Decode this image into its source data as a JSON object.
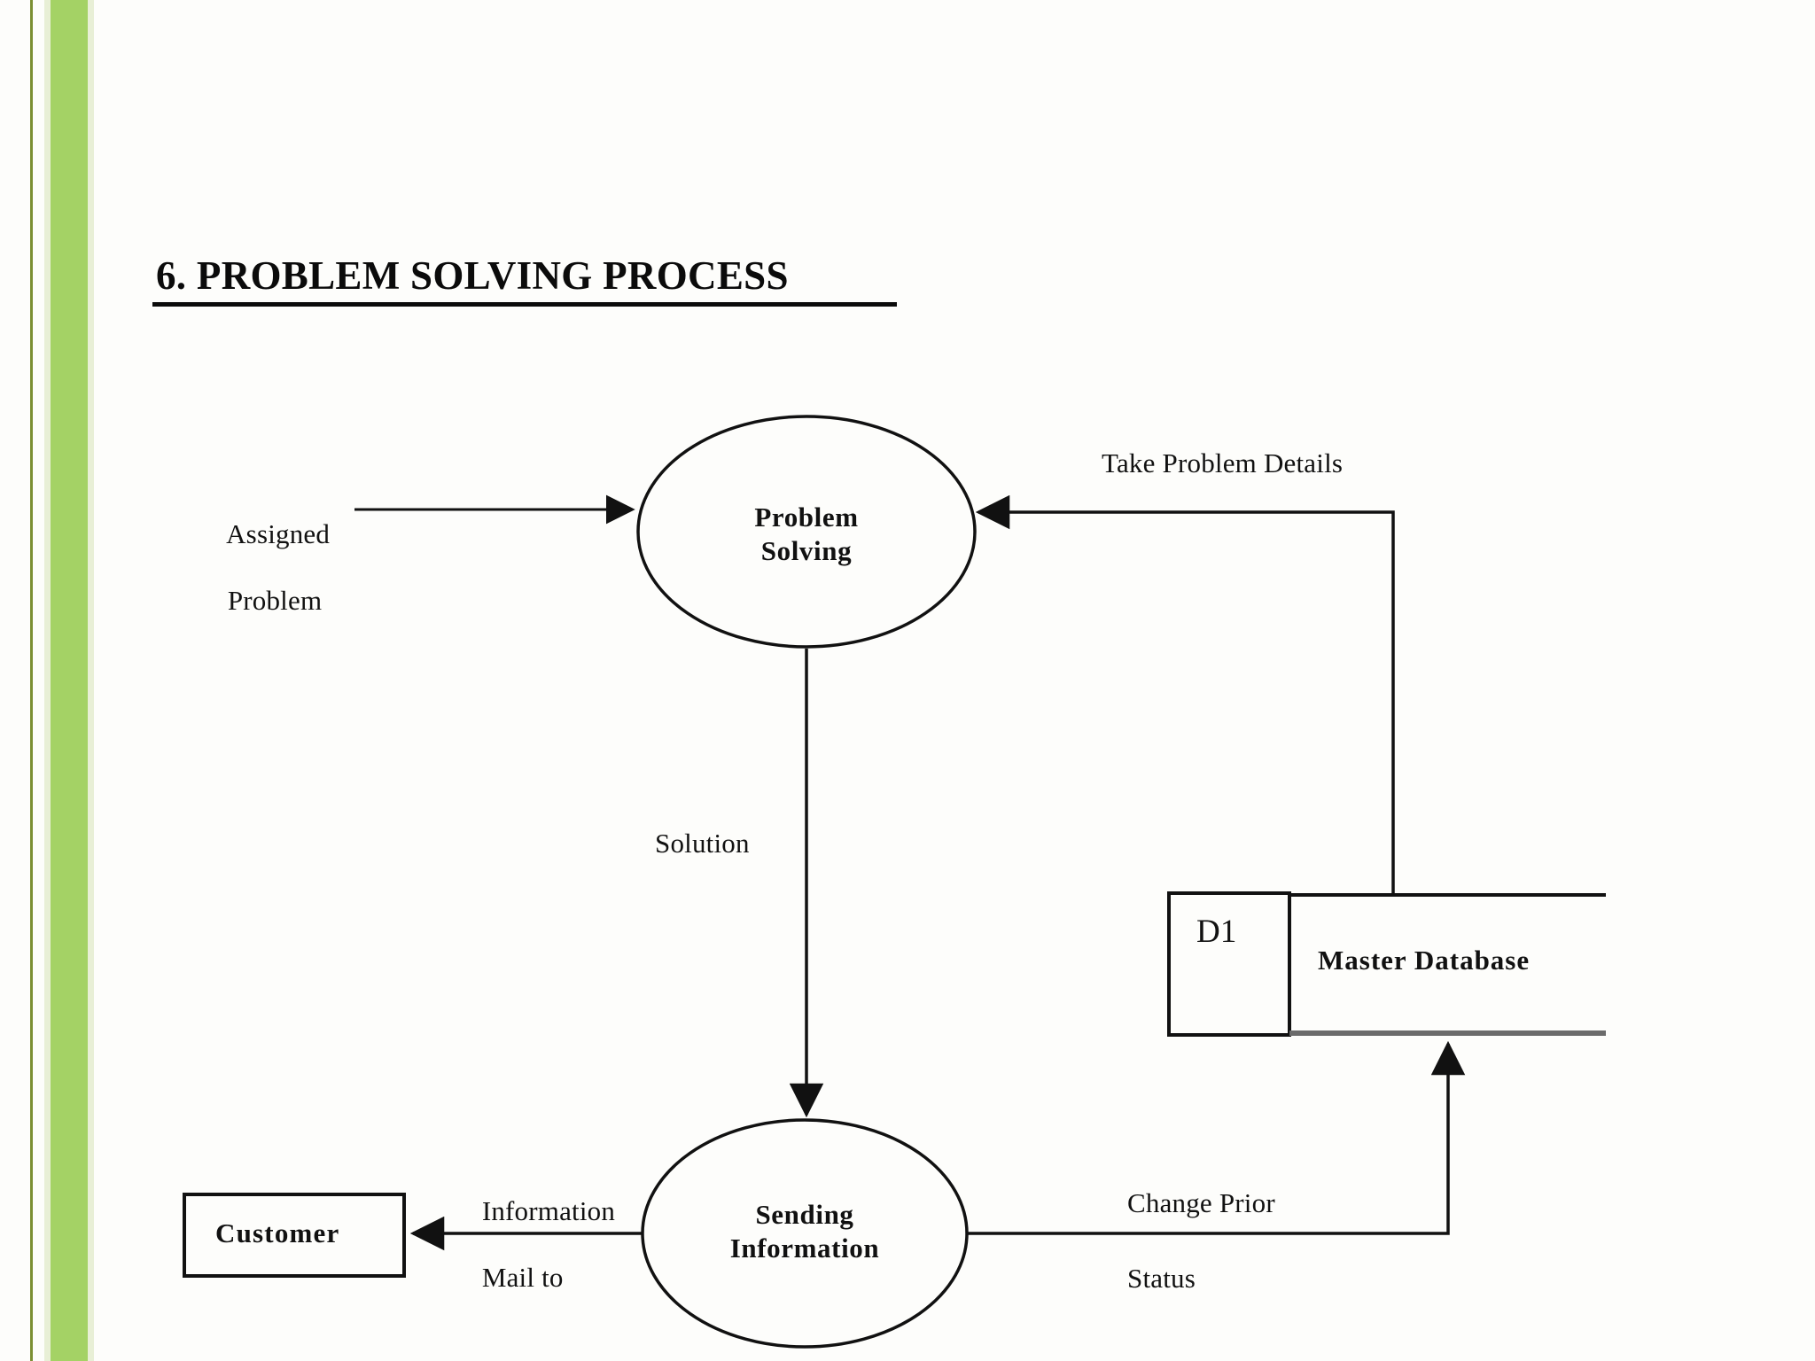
{
  "slide": {
    "title": "6. PROBLEM SOLVING PROCESS",
    "background_color": "#fdfdfb",
    "accent_color": "#a4d265",
    "accent_light_color": "#e8efd6",
    "rule_color": "#0b0b0b",
    "stroke_color": "#111111"
  },
  "diagram": {
    "type": "data-flow-diagram",
    "processes": [
      {
        "id": "problem-solving",
        "line1": "Problem",
        "line2": "Solving"
      },
      {
        "id": "sending-information",
        "line1": "Sending",
        "line2": "Information"
      }
    ],
    "entities": [
      {
        "id": "customer",
        "label": "Customer"
      }
    ],
    "datastores": [
      {
        "id": "master-database",
        "key": "D1",
        "label": "Master Database"
      }
    ],
    "flows": [
      {
        "id": "assigned-problem",
        "line1": "Assigned",
        "line2": "Problem",
        "from": "external",
        "to": "problem-solving"
      },
      {
        "id": "take-problem-details",
        "line1": "Take Problem Details",
        "line2": "",
        "from": "master-database",
        "to": "problem-solving"
      },
      {
        "id": "solution",
        "line1": "Solution",
        "line2": "",
        "from": "problem-solving",
        "to": "sending-information"
      },
      {
        "id": "information-mail-to",
        "line1": "Information",
        "line2": "Mail to",
        "from": "sending-information",
        "to": "customer"
      },
      {
        "id": "change-prior-status",
        "line1": "Change Prior",
        "line2": "Status",
        "from": "sending-information",
        "to": "master-database"
      }
    ]
  }
}
